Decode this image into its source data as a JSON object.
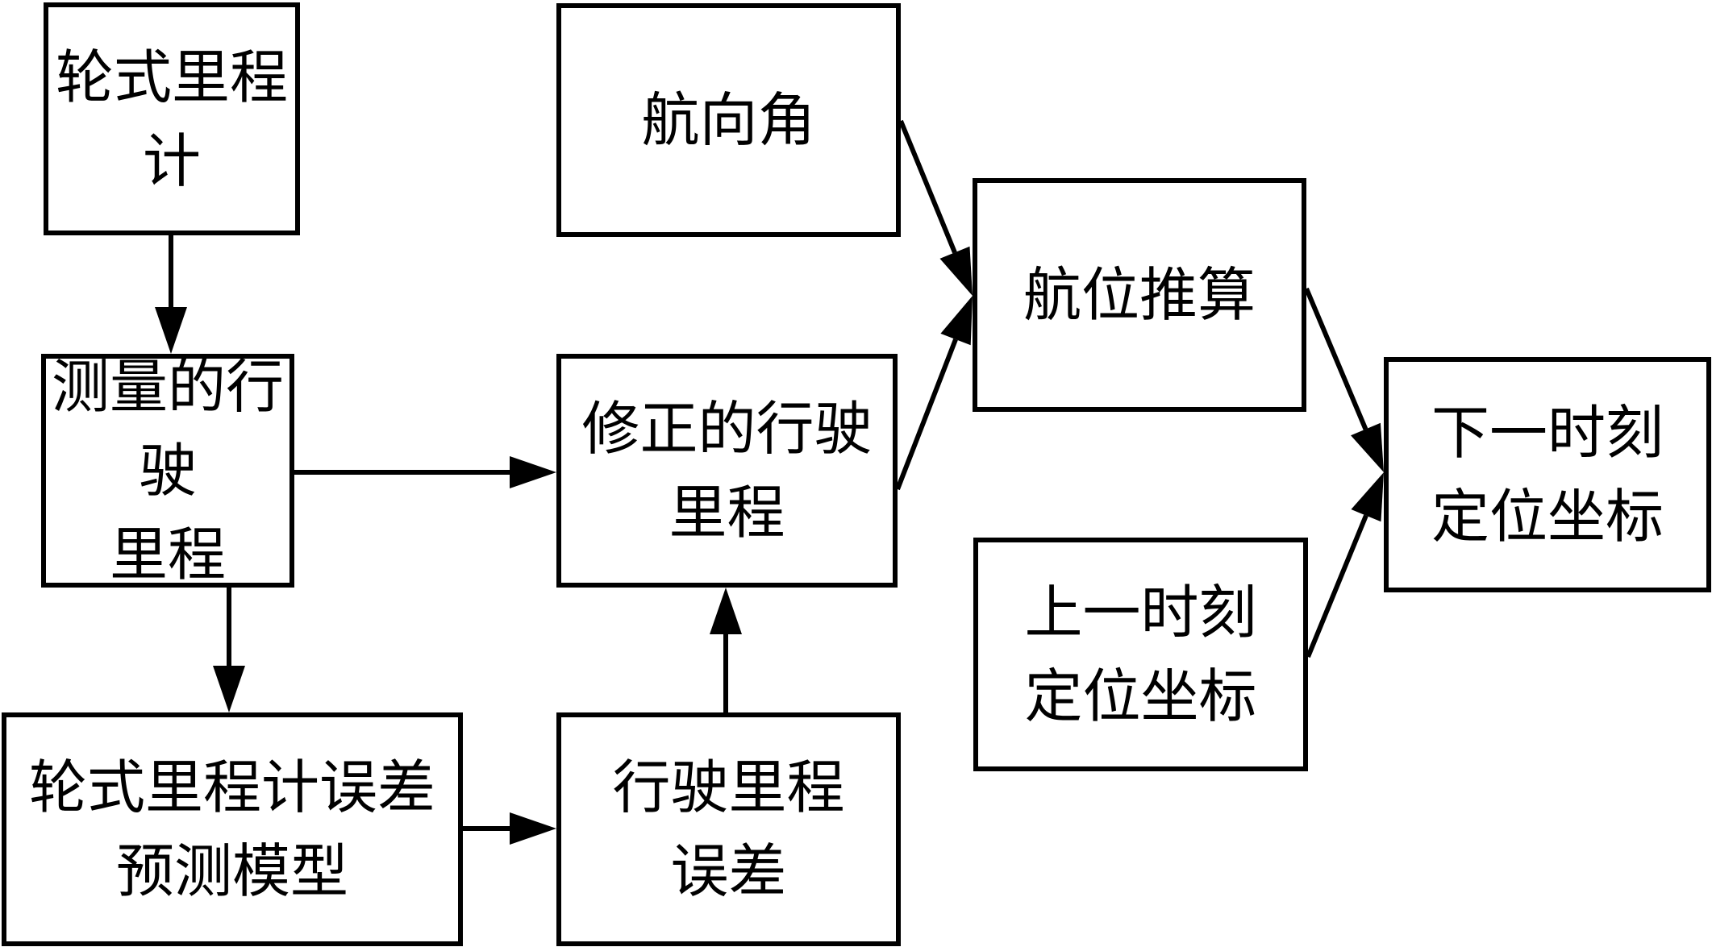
{
  "diagram": {
    "type": "flowchart",
    "colors": {
      "stroke": "#000000",
      "fill": "#ffffff",
      "text": "#000000"
    },
    "nodes": [
      {
        "id": "wheel_odometer",
        "label": "轮式里程计"
      },
      {
        "id": "measured_mileage",
        "label": "测量的行驶\n里程"
      },
      {
        "id": "error_model",
        "label": "轮式里程计误差\n预测模型"
      },
      {
        "id": "heading_angle",
        "label": "航向角"
      },
      {
        "id": "corrected_mileage",
        "label": "修正的行驶\n里程"
      },
      {
        "id": "mileage_error",
        "label": "行驶里程\n误差"
      },
      {
        "id": "dead_reckoning",
        "label": "航位推算"
      },
      {
        "id": "previous_position",
        "label": "上一时刻\n定位坐标"
      },
      {
        "id": "next_position",
        "label": "下一时刻\n定位坐标"
      }
    ],
    "edges": [
      {
        "from": "wheel_odometer",
        "to": "measured_mileage"
      },
      {
        "from": "measured_mileage",
        "to": "corrected_mileage"
      },
      {
        "from": "measured_mileage",
        "to": "error_model"
      },
      {
        "from": "error_model",
        "to": "mileage_error"
      },
      {
        "from": "mileage_error",
        "to": "corrected_mileage"
      },
      {
        "from": "heading_angle",
        "to": "dead_reckoning"
      },
      {
        "from": "corrected_mileage",
        "to": "dead_reckoning"
      },
      {
        "from": "dead_reckoning",
        "to": "next_position"
      },
      {
        "from": "previous_position",
        "to": "next_position"
      }
    ]
  }
}
